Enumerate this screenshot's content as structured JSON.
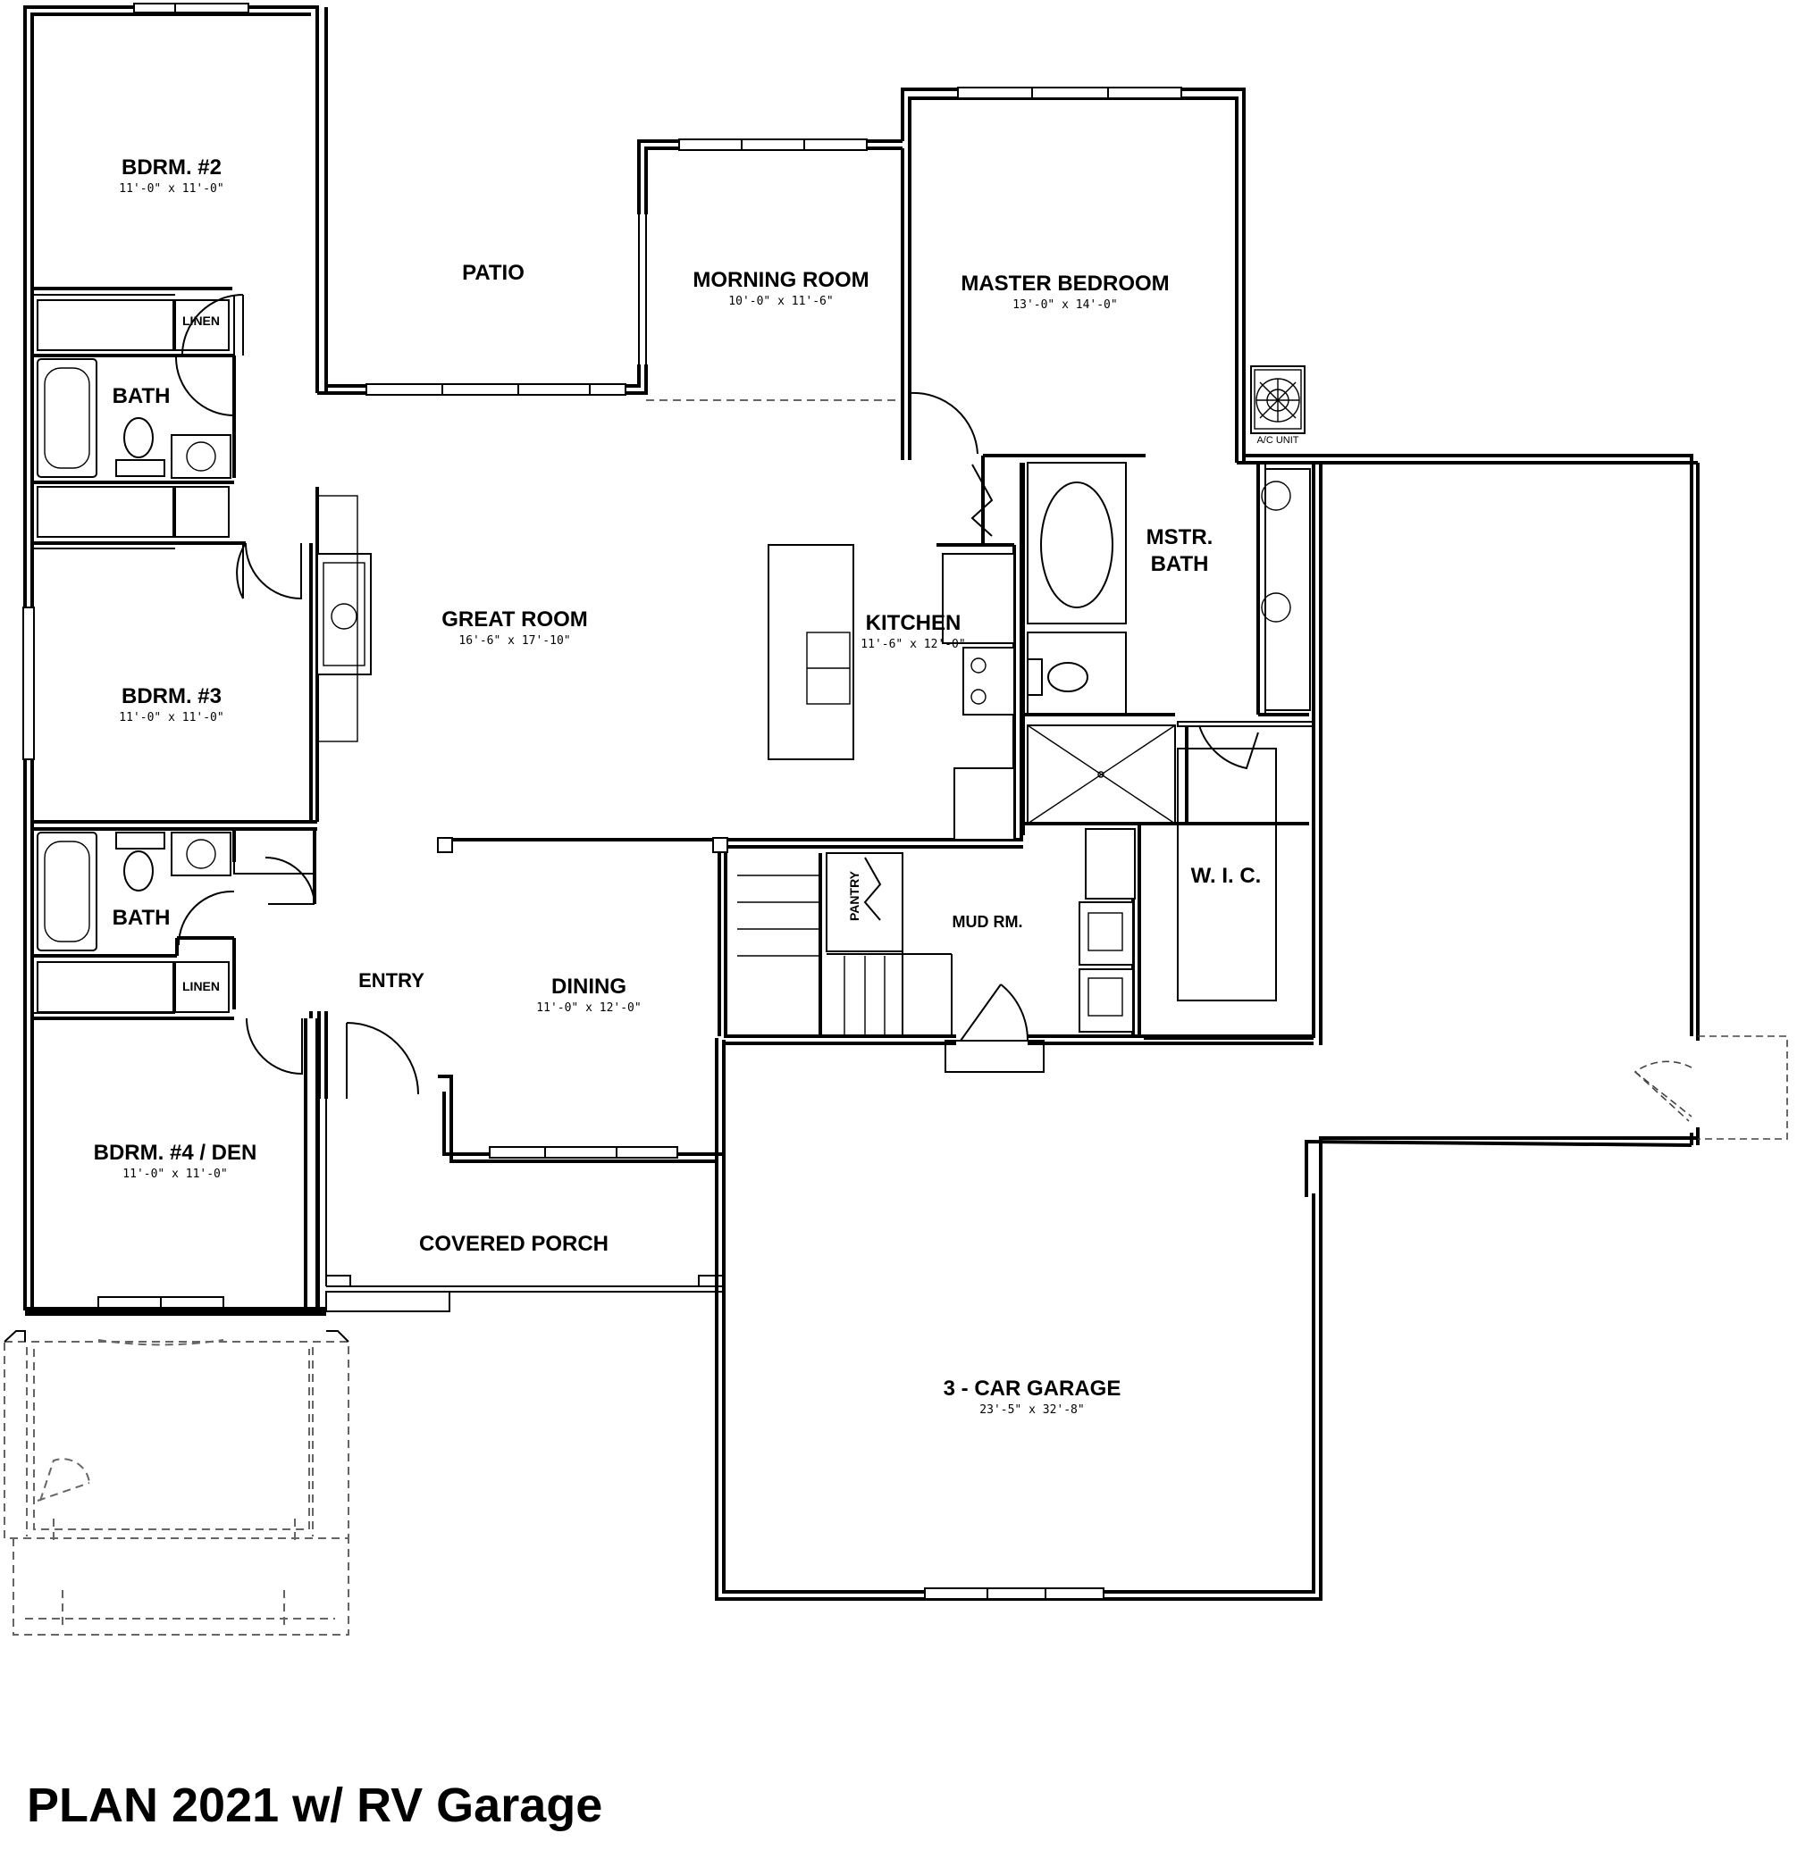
{
  "title": "PLAN 2021 w/ RV Garage",
  "rooms": {
    "bdrm2": {
      "name": "BDRM. #2",
      "dim": "11'-0\" x 11'-0\""
    },
    "bdrm3": {
      "name": "BDRM. #3",
      "dim": "11'-0\" x 11'-0\""
    },
    "bdrm4": {
      "name": "BDRM. #4 / DEN",
      "dim": "11'-0\" x 11'-0\""
    },
    "bath_upper": {
      "name": "BATH"
    },
    "bath_lower": {
      "name": "BATH"
    },
    "linen_upper": {
      "name": "LINEN"
    },
    "linen_lower": {
      "name": "LINEN"
    },
    "patio": {
      "name": "PATIO"
    },
    "morning": {
      "name": "MORNING ROOM",
      "dim": "10'-0\" x 11'-6\""
    },
    "master": {
      "name": "MASTER BEDROOM",
      "dim": "13'-0\" x 14'-0\""
    },
    "great": {
      "name": "GREAT ROOM",
      "dim": "16'-6\" x 17'-10\""
    },
    "kitchen": {
      "name": "KITCHEN",
      "dim": "11'-6\" x 12'-0\""
    },
    "mstr_bath": {
      "name_line1": "MSTR.",
      "name_line2": "BATH"
    },
    "wic": {
      "name": "W. I. C."
    },
    "pantry": {
      "name": "PANTRY"
    },
    "mud": {
      "name": "MUD RM."
    },
    "entry": {
      "name": "ENTRY"
    },
    "dining": {
      "name": "DINING",
      "dim": "11'-0\" x 12'-0\""
    },
    "porch": {
      "name": "COVERED PORCH"
    },
    "garage": {
      "name": "3 - CAR GARAGE",
      "dim": "23'-5\" x 32'-8\""
    },
    "ac": {
      "name": "A/C UNIT"
    }
  }
}
